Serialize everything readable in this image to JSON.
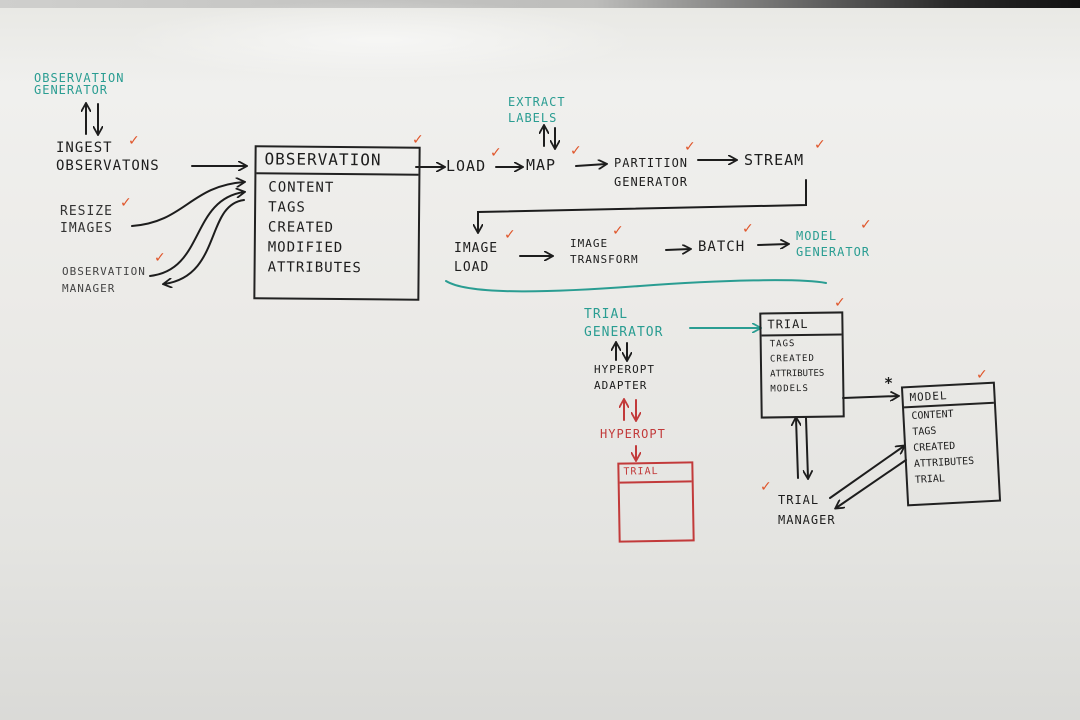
{
  "diagram": {
    "top_flow": {
      "observation_generator": "OBSERVATION\nGENERATOR",
      "ingest_observations": "INGEST\nOBSERVATONS",
      "resize_images": "RESIZE\nIMAGES",
      "observation_manager": "OBSERVATION\nMANAGER",
      "observation_box": {
        "title": "OBSERVATION",
        "fields": [
          "CONTENT",
          "TAGS",
          "CREATED",
          "MODIFIED",
          "ATTRIBUTES"
        ]
      },
      "load": "LOAD",
      "map": "MAP",
      "extract_labels": "EXTRACT\nLABELS",
      "partition_generator": "PARTITION\nGENERATOR",
      "stream": "STREAM"
    },
    "second_flow": {
      "image_load": "IMAGE\nLOAD",
      "image_transform": "IMAGE\nTRANSFORM",
      "batch": "BATCH",
      "model_generator": "MODEL\nGENERATOR"
    },
    "trial_section": {
      "trial_generator": "TRIAL\nGENERATOR",
      "hyperopt_adapter": "HYPEROPT\nADAPTER",
      "hyperopt": "HYPEROPT",
      "trial_box": {
        "title": "TRIAL",
        "fields": [
          "TAGS",
          "CREATED",
          "ATTRIBUTES",
          "MODELS"
        ]
      },
      "hyperopt_trial_box": {
        "title": "TRIAL"
      },
      "model_box": {
        "title": "MODEL",
        "fields": [
          "CONTENT",
          "TAGS",
          "CREATED",
          "ATTRIBUTES",
          "TRIAL"
        ]
      },
      "trial_manager": "TRIAL\nMANAGER",
      "many_marker": "*"
    },
    "checkmark": "✓"
  },
  "colors": {
    "ink_black": "#1d1d1d",
    "ink_teal": "#2a9d92",
    "ink_red": "#c23a3a",
    "check_orange": "#e0562b",
    "board": "#e8e8e4"
  }
}
